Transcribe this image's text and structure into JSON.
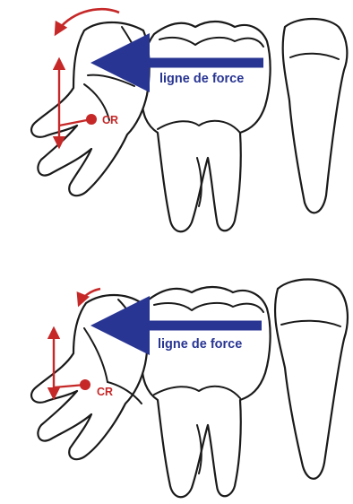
{
  "colors": {
    "force": "#283593",
    "rotation": "#c62828",
    "outline": "#1a1a1a"
  },
  "panels": [
    {
      "force_label": "ligne de force",
      "center_label": "CR",
      "rotation_arrow": "large counterclockwise rotation"
    },
    {
      "force_label": "ligne de force",
      "center_label": "CR",
      "rotation_arrow": "small counterclockwise rotation"
    }
  ]
}
